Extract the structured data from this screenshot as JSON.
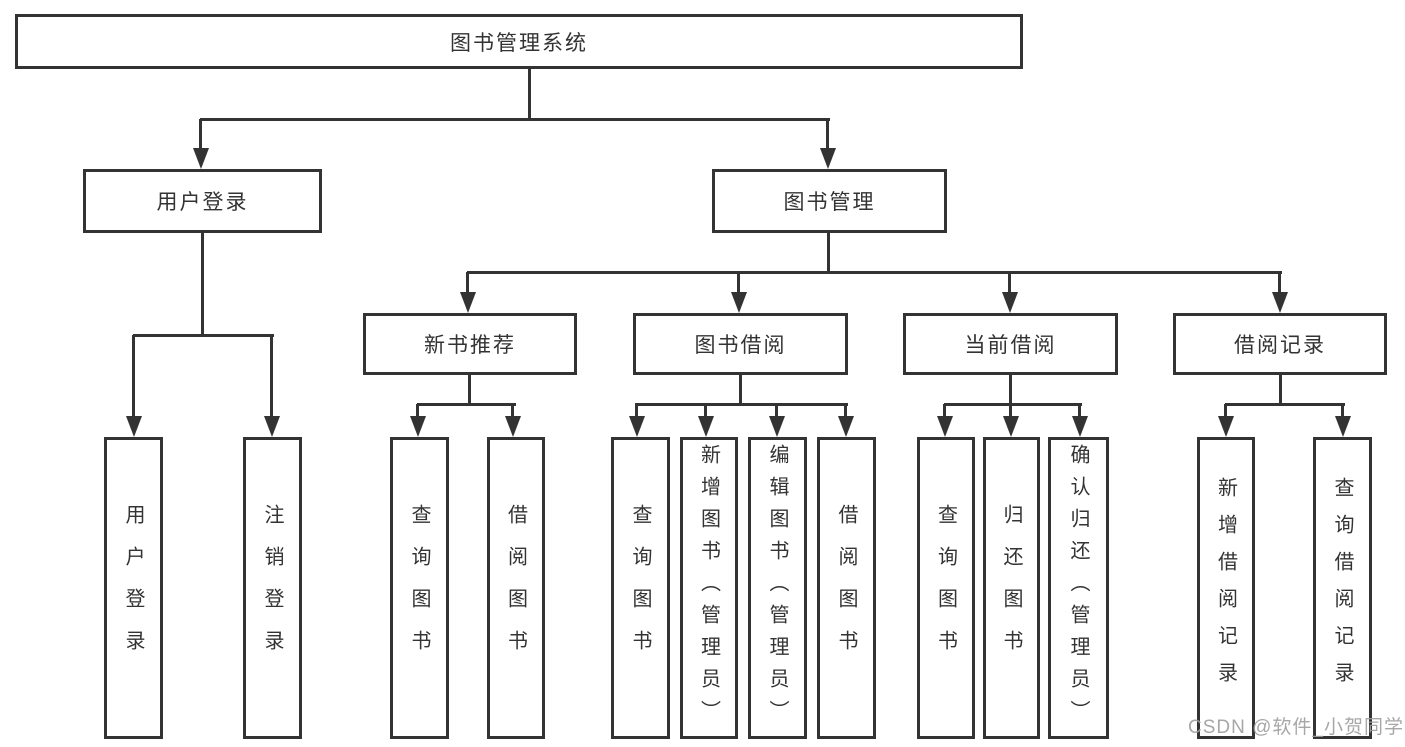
{
  "tree": {
    "root": "图书管理系统",
    "branches": [
      {
        "label": "用户登录",
        "children": [
          "用户登录",
          "注销登录"
        ]
      },
      {
        "label": "图书管理",
        "sections": [
          {
            "label": "新书推荐",
            "children": [
              "查询图书",
              "借阅图书"
            ]
          },
          {
            "label": "图书借阅",
            "children": [
              "查询图书",
              "新增图书（管理员）",
              "编辑图书（管理员）",
              "借阅图书"
            ]
          },
          {
            "label": "当前借阅",
            "children": [
              "查询图书",
              "归还图书",
              "确认归还（管理员）"
            ]
          },
          {
            "label": "借阅记录",
            "children": [
              "新增借阅记录",
              "查询借阅记录"
            ]
          }
        ]
      }
    ]
  },
  "colors": {
    "line": "#333333",
    "box_border": "#333333",
    "text": "#333333",
    "watermark": "#9e9e9e",
    "background": "#ffffff"
  },
  "watermark": {
    "text": "CSDN @软件_小贺同学"
  }
}
